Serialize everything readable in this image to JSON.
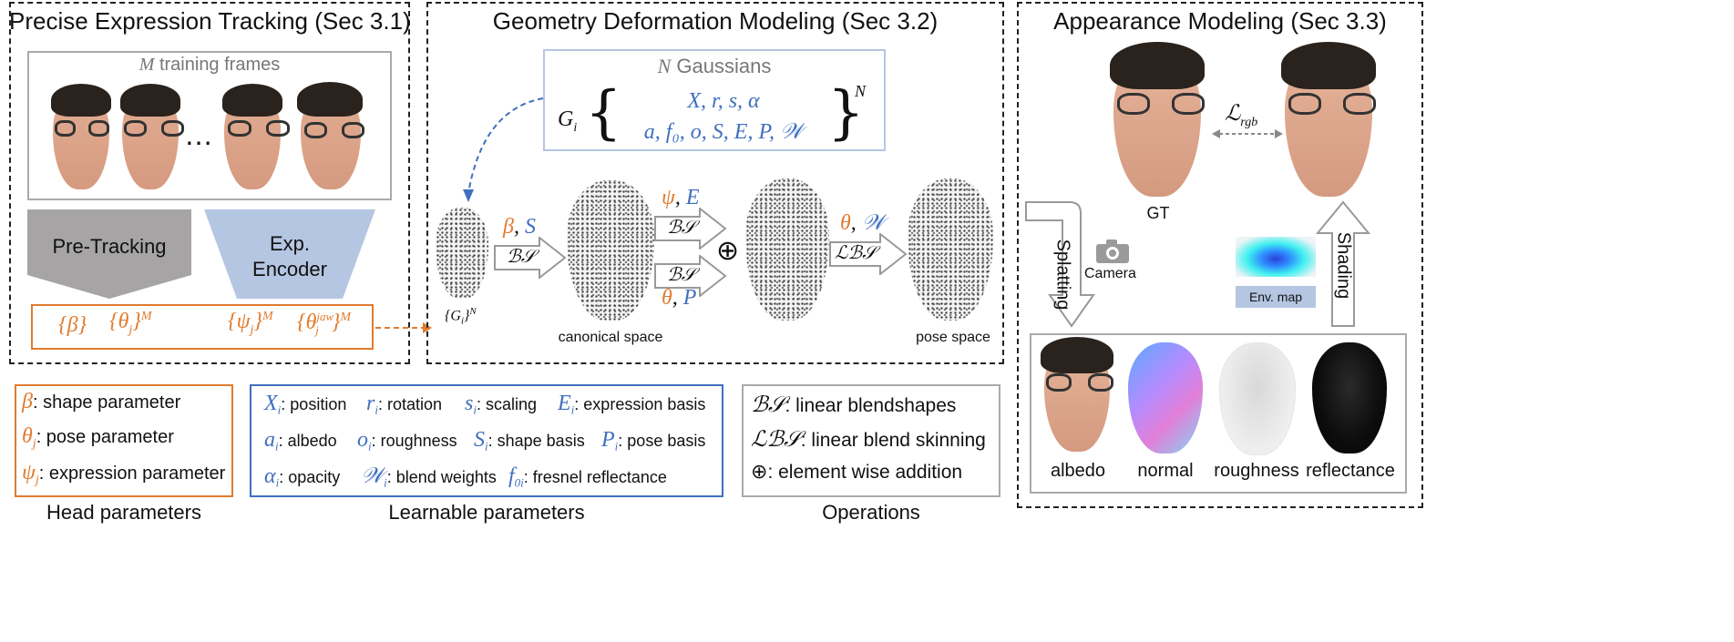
{
  "panels": {
    "tracking": {
      "title": "Precise Expression Tracking (Sec 3.1)",
      "frames_label_var": "M",
      "frames_label": " training frames",
      "ellipsis": "…",
      "pretracking": "Pre-Tracking",
      "encoder_line1": "Exp.",
      "encoder_line2": "Encoder",
      "params": {
        "beta": "{β}",
        "theta": "{θ",
        "theta_sub": "j",
        "theta_close": "}",
        "sup_m": "M",
        "psi": "{ψ",
        "psi_sub": "j",
        "psi_close": "}",
        "jaw": "{θ",
        "jaw_sup": "jaw",
        "jaw_sub": "j",
        "jaw_close": "}"
      }
    },
    "geometry": {
      "title": "Geometry Deformation Modeling (Sec 3.2)",
      "gaussians_var": "N",
      "gaussians_label": " Gaussians",
      "gi": "G",
      "gi_sub": "i",
      "row1": "X, r, s, α",
      "row2": "a, f₀, o, S, E, P, 𝒲",
      "sup_n": "N",
      "gi_set": "{G",
      "gi_set_sub": "i",
      "gi_set_close": "}",
      "gi_set_sup": "N",
      "beta_s_beta": "β",
      "beta_s_s": "S",
      "bs": "ℬ𝒮",
      "psi_e_psi": "ψ",
      "psi_e_e": "E",
      "theta_p_theta": "θ",
      "theta_p_p": "P",
      "oplus": "⊕",
      "theta_w_theta": "θ",
      "theta_w_w": "𝒲",
      "lbs": "ℒℬ𝒮",
      "canonical_label": "canonical space",
      "pose_label": "pose space"
    },
    "appearance": {
      "title": "Appearance Modeling (Sec 3.3)",
      "loss": "ℒ",
      "loss_sub": "rgb",
      "gt": "GT",
      "splatting": "Splatting",
      "camera": "Camera",
      "shading": "Shading",
      "envmap": "Env. map",
      "maps": [
        "albedo",
        "normal",
        "roughness",
        "reflectance"
      ]
    }
  },
  "legends": {
    "head": {
      "caption": "Head parameters",
      "items": [
        {
          "sym": "β",
          "text": ": shape parameter"
        },
        {
          "sym": "θ",
          "sub": "j",
          "text": ": pose parameter"
        },
        {
          "sym": "ψ",
          "sub": "j",
          "text": ": expression parameter"
        }
      ]
    },
    "learnable": {
      "caption": "Learnable parameters",
      "items": [
        {
          "sym": "X",
          "sub": "i",
          "text": ": position"
        },
        {
          "sym": "r",
          "sub": "i",
          "text": ": rotation"
        },
        {
          "sym": "s",
          "sub": "i",
          "text": ": scaling"
        },
        {
          "sym": "E",
          "sub": "i",
          "text": ": expression basis"
        },
        {
          "sym": "a",
          "sub": "i",
          "text": ": albedo"
        },
        {
          "sym": "o",
          "sub": "i",
          "text": ": roughness"
        },
        {
          "sym": "S",
          "sub": "i",
          "text": ": shape basis"
        },
        {
          "sym": "P",
          "sub": "i",
          "text": ": pose basis"
        },
        {
          "sym": "α",
          "sub": "i",
          "text": ": opacity"
        },
        {
          "sym": "𝒲",
          "sub": "i",
          "text": ": blend weights"
        },
        {
          "sym": "f",
          "sub": "0i",
          "text": ": fresnel reflectance"
        }
      ]
    },
    "operations": {
      "caption": "Operations",
      "items": [
        {
          "sym": "ℬ𝒮",
          "text": ": linear blendshapes"
        },
        {
          "sym": "ℒℬ𝒮",
          "text": ": linear blend skinning"
        },
        {
          "sym": "⊕",
          "text": ": element wise addition"
        }
      ]
    }
  },
  "colors": {
    "orange": "#e07b2e",
    "blue": "#3f6fbf",
    "gray_trap": "#a6a4a4",
    "blue_trap": "#b5c6e2",
    "envmap_bg": "#b5c6e2"
  }
}
